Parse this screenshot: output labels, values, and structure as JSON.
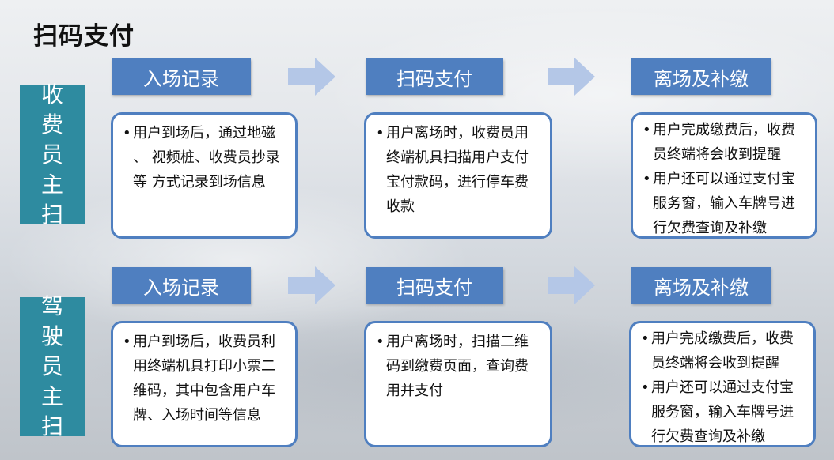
{
  "title": "扫码支付",
  "rows": [
    {
      "side_label": [
        "收",
        "费",
        "员",
        "主",
        "扫"
      ],
      "steps": [
        {
          "header": "入场记录",
          "bullets": [
            "用户到场后，通过地磁 、 视频桩、收费员抄录等 方式记录到场信息"
          ]
        },
        {
          "header": "扫码支付",
          "bullets": [
            "用户离场时，收费员用终端机具扫描用户支付宝付款码，进行停车费收款"
          ]
        },
        {
          "header": "离场及补缴",
          "bullets": [
            "用户完成缴费后，收费员终端将会收到提醒",
            "用户还可以通过支付宝服务窗，输入车牌号进行欠费查询及补缴"
          ]
        }
      ]
    },
    {
      "side_label": [
        "驾",
        "驶",
        "员",
        "主",
        "扫"
      ],
      "steps": [
        {
          "header": "入场记录",
          "bullets": [
            "用户到场后，收费员利用终端机具打印小票二维码，其中包含用户车牌、入场时间等信息"
          ]
        },
        {
          "header": "扫码支付",
          "bullets": [
            "用户离场时，扫描二维码到缴费页面，查询费用并支付"
          ]
        },
        {
          "header": "离场及补缴",
          "bullets": [
            "用户完成缴费后，收费员终端将会收到提醒",
            "用户还可以通过支付宝服务窗，输入车牌号进行欠费查询及补缴"
          ]
        }
      ]
    }
  ],
  "colors": {
    "accent": "#4f7fc0",
    "side": "#2e8ba0",
    "arrow": "#b4c7e7"
  },
  "icons": {
    "arrow": "right-arrow-icon"
  }
}
